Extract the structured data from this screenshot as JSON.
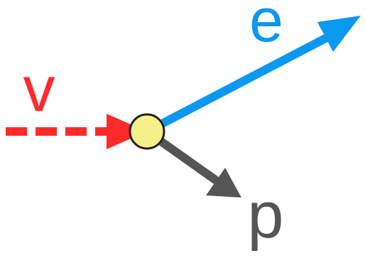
{
  "labels": {
    "incoming": "v",
    "emitted": "e",
    "other": "p"
  },
  "colors": {
    "incoming": "#ff2a2a",
    "emitted": "#0b98f0",
    "other": "#555555",
    "vertex_fill": "#f5f08a",
    "vertex_stroke": "#222222",
    "background": "#ffffff"
  }
}
